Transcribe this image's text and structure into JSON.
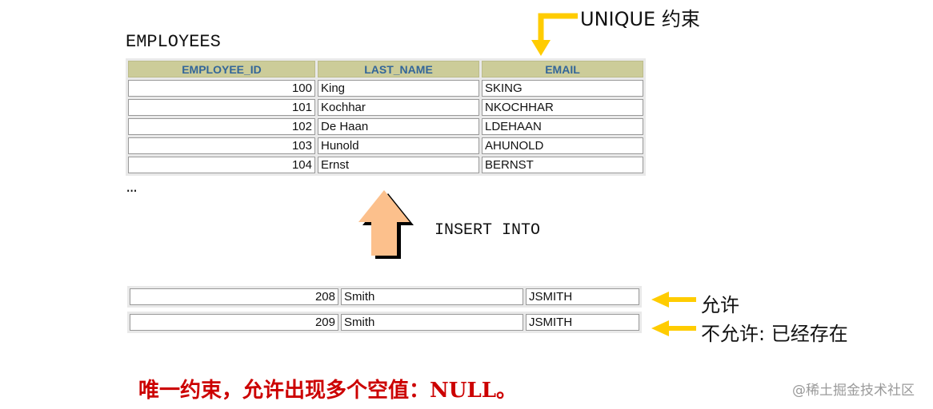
{
  "table": {
    "title": "EMPLOYEES",
    "headers": [
      "EMPLOYEE_ID",
      "LAST_NAME",
      "EMAIL"
    ],
    "rows": [
      [
        "100",
        "King",
        "SKING"
      ],
      [
        "101",
        "Kochhar",
        "NKOCHHAR"
      ],
      [
        "102",
        "De Haan",
        "LDEHAAN"
      ],
      [
        "103",
        "Hunold",
        "AHUNOLD"
      ],
      [
        "104",
        "Ernst",
        "BERNST"
      ]
    ],
    "ellipsis": "…"
  },
  "constraint_label": "UNIQUE 约束",
  "insert_label": "INSERT INTO",
  "new_rows": [
    {
      "cells": [
        "208",
        "Smith",
        "JSMITH"
      ],
      "note": "允许"
    },
    {
      "cells": [
        "209",
        "Smith",
        "JSMITH"
      ],
      "note": "不允许: 已经存在"
    }
  ],
  "footer_note": "唯一约束，允许出现多个空值：NULL。",
  "watermark": "@稀土掘金技术社区",
  "colors": {
    "arrow_yellow": "#ffcc00",
    "up_arrow_fill": "#fcc08c",
    "header_bg": "#cccc99",
    "header_text": "#336699",
    "note_red": "#cc0000"
  }
}
